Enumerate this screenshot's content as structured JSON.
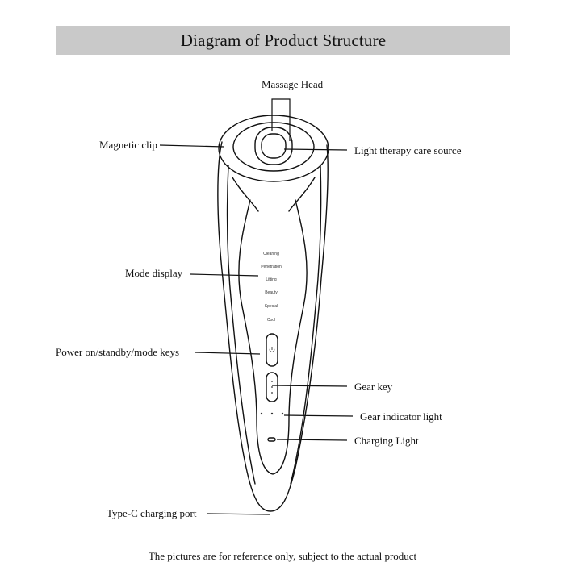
{
  "title": "Diagram of Product Structure",
  "labels": {
    "massage_head": "Massage Head",
    "magnetic_clip": "Magnetic clip",
    "light_therapy": "Light therapy care source",
    "mode_display": "Mode display",
    "power_keys": "Power on/standby/mode keys",
    "gear_key": "Gear key",
    "gear_indicator": "Gear indicator light",
    "charging_light": "Charging Light",
    "type_c": "Type-C charging port"
  },
  "modes": [
    "Cleaning",
    "Penetration",
    "Lifting",
    "Beauty",
    "Special",
    "Cool"
  ],
  "footer": "The pictures are for reference only, subject to the actual product",
  "colors": {
    "title_bar": "#c9c9c9",
    "line": "#111111",
    "background": "#ffffff"
  },
  "icons": {
    "power_button": "power-icon",
    "gear_button": "three-dots-icon"
  }
}
